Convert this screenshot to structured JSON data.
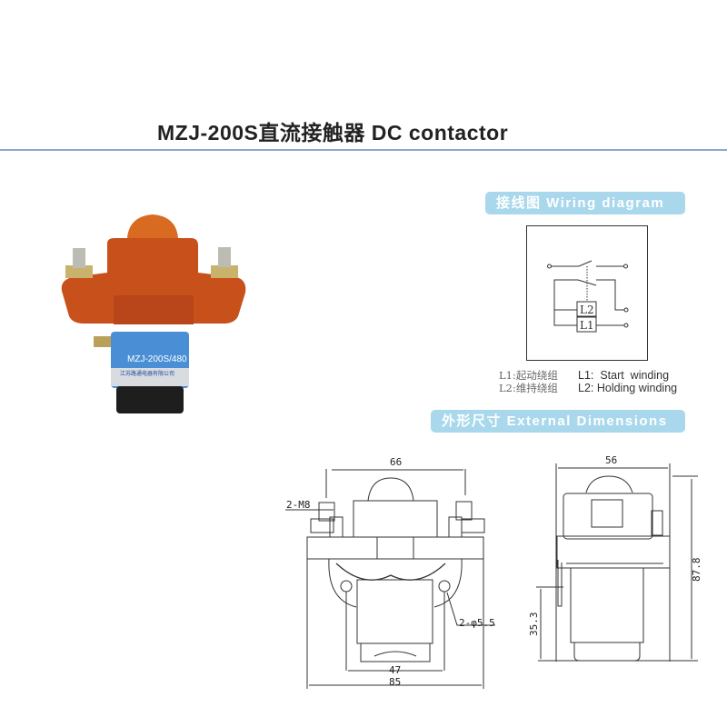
{
  "title": "MZJ-200S直流接触器 DC contactor",
  "sections": {
    "wiring": "接线图 Wiring diagram",
    "dimensions": "外形尺寸 External Dimensions"
  },
  "wiring_diagram": {
    "coil_labels": [
      "L2",
      "L1"
    ],
    "legend_cn": [
      "L1:起动绕组",
      "L2:维持绕组"
    ],
    "legend_en": [
      "L1:  Start  winding",
      "L2: Holding winding"
    ]
  },
  "product_label": {
    "model": "MZJ-200S/480",
    "maker": "江苏路通电器有限公司"
  },
  "dimensions": {
    "front": {
      "top_width": "66",
      "terminal": "2-M8",
      "hole": "2-φ5.5",
      "hole_spacing": "47",
      "overall_width": "85"
    },
    "side": {
      "width": "56",
      "height": "87.8",
      "mount_height": "35.3"
    }
  },
  "colors": {
    "badge": "#a9d8ec",
    "rule": "#8aa8d2",
    "body": "#c8501a"
  }
}
